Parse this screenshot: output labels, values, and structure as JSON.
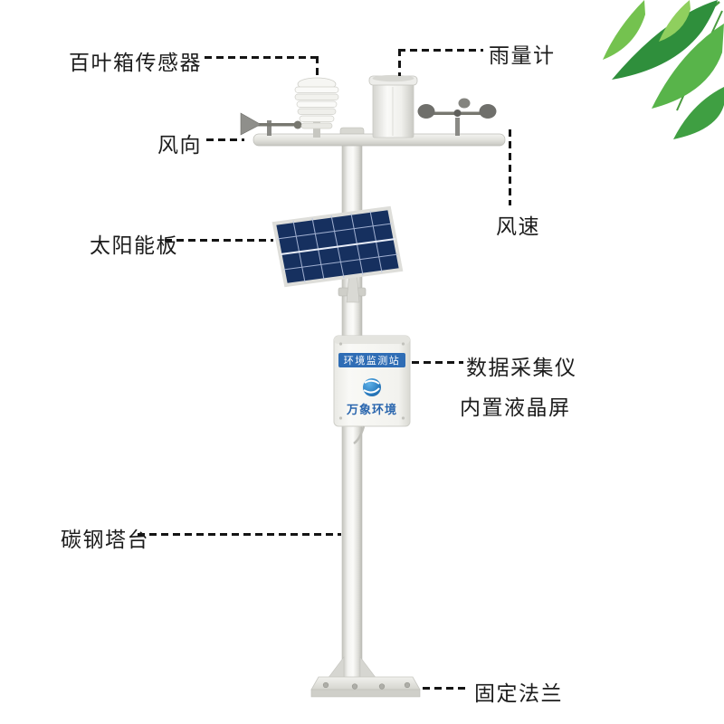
{
  "meta": {
    "description": "Annotated product image of an automatic weather / environmental monitoring station",
    "background": "#ffffff"
  },
  "labels": {
    "louver_sensor": "百叶箱传感器",
    "rain_gauge": "雨量计",
    "wind_direction": "风向",
    "wind_speed": "风速",
    "solar_panel": "太阳能板",
    "data_logger": "数据采集仪",
    "lcd_screen": "内置液晶屏",
    "tower": "碳钢塔台",
    "flange": "固定法兰"
  },
  "station_box": {
    "title": "环境监测站",
    "brand": "万象环境"
  },
  "colors": {
    "leader_line": "#141414",
    "leaf_green_dark": "#2f8f3c",
    "leaf_green_mid": "#58b44a",
    "leaf_green_light": "#8fcf5e",
    "solar_panel_blue": "#1c3a6e",
    "box_band_blue": "#2f6db5",
    "brand_blue": "#2a66ae",
    "pole_gray": "#e6e6e1"
  }
}
